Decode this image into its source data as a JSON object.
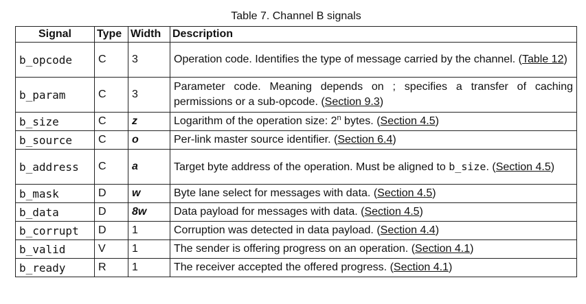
{
  "caption": "Table 7. Channel B signals",
  "headers": {
    "signal": "Signal",
    "type": "Type",
    "width": "Width",
    "description": "Description"
  },
  "rows": [
    {
      "signal": "b_opcode",
      "type": "C",
      "width": "3",
      "desc": "Operation code. Identifies the type of message carried by the channel.",
      "ref_open": "(",
      "ref": "Table 12",
      "ref_close": ")"
    },
    {
      "signal": "b_param",
      "type": "C",
      "width": "3",
      "desc": "Parameter code. Meaning depends on ; specifies a transfer of caching permissions or a sub-opcode.",
      "ref_open": "(",
      "ref": "Section 9.3",
      "ref_close": ")"
    },
    {
      "signal": "b_size",
      "type": "C",
      "width": "z",
      "desc_pre": "Logarithm of the operation size: 2",
      "desc_sup": "n",
      "desc_post": " bytes.",
      "ref_open": "(",
      "ref": "Section 4.5",
      "ref_close": ")"
    },
    {
      "signal": "b_source",
      "type": "C",
      "width": "o",
      "desc": "Per-link master source identifier.",
      "ref_open": "(",
      "ref": "Section 6.4",
      "ref_close": ")"
    },
    {
      "signal": "b_address",
      "type": "C",
      "width": "a",
      "desc_pre": "Target byte address of the operation. Must be aligned to",
      "desc_code": "b_size",
      "desc_post": ".",
      "ref_open": "(",
      "ref": "Section 4.5",
      "ref_close": ")"
    },
    {
      "signal": "b_mask",
      "type": "D",
      "width": "w",
      "desc": "Byte lane select for messages with data.",
      "ref_open": "(",
      "ref": "Section 4.5",
      "ref_close": ")"
    },
    {
      "signal": "b_data",
      "type": "D",
      "width": "8w",
      "desc": "Data payload for messages with data.",
      "ref_open": "(",
      "ref": "Section 4.5",
      "ref_close": ")"
    },
    {
      "signal": "b_corrupt",
      "type": "D",
      "width": "1",
      "desc": "Corruption was detected in data payload.",
      "ref_open": "(",
      "ref": "Section 4.4",
      "ref_close": ")"
    },
    {
      "signal": "b_valid",
      "type": "V",
      "width": "1",
      "desc": "The sender is offering progress on an operation.",
      "ref_open": "(",
      "ref": "Section 4.1",
      "ref_close": ")"
    },
    {
      "signal": "b_ready",
      "type": "R",
      "width": "1",
      "desc": "The receiver accepted the offered progress.",
      "ref_open": "(",
      "ref": "Section 4.1",
      "ref_close": ")"
    }
  ]
}
